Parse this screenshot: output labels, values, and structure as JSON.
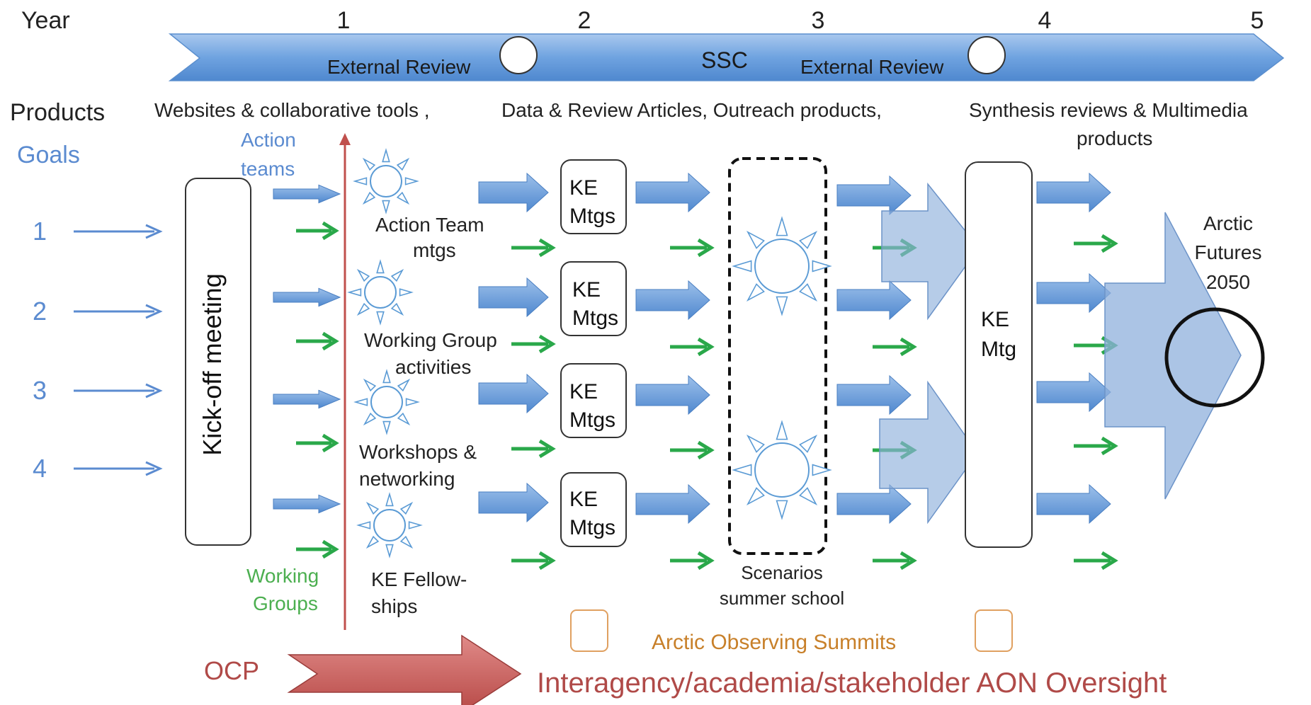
{
  "colors": {
    "timeline_fill": "#5b9bd5",
    "blue_arrow": "#5b9bd5",
    "green_arrow": "#2aa84a",
    "goals_text": "#5b8bd0",
    "working_groups_text": "#4caf50",
    "red_line": "#c0504d",
    "ocp_arrow": "#c0504d",
    "orange_box": "#e0a060",
    "summits_text": "#c8802a",
    "oversight_text": "#b04a48",
    "text_dark": "#222222",
    "sun_stroke": "#5b9bd5",
    "big_arrow_fill": "#8fb0dc"
  },
  "header": {
    "year_label": "Year",
    "year_ticks": [
      "1",
      "2",
      "3",
      "4",
      "5"
    ],
    "timeline": {
      "review_left": "External Review",
      "center_label": "SSC",
      "review_right": "External Review"
    }
  },
  "products": {
    "label": "Products",
    "items": [
      "Websites & collaborative tools ,",
      "Data & Review Articles, Outreach products,",
      "Synthesis reviews & Multimedia",
      "products"
    ]
  },
  "goals": {
    "label": "Goals",
    "numbers": [
      "1",
      "2",
      "3",
      "4"
    ]
  },
  "kickoff": {
    "label": "Kick-off meeting"
  },
  "action_teams": {
    "line1": "Action",
    "line2": "teams"
  },
  "working_groups": {
    "line1": "Working",
    "line2": "Groups"
  },
  "activities": [
    {
      "line1": "Action Team",
      "line2": "mtgs",
      "icon": "sun-icon"
    },
    {
      "line1": "Working Group",
      "line2": "activities",
      "icon": "sun-icon"
    },
    {
      "line1": "Workshops &",
      "line2": "networking",
      "icon": "sun-icon"
    },
    {
      "line1": "KE Fellow-",
      "line2": "ships",
      "icon": "sun-icon"
    }
  ],
  "ke_mtgs": [
    {
      "line1": "KE",
      "line2": "Mtgs"
    },
    {
      "line1": "KE",
      "line2": "Mtgs"
    },
    {
      "line1": "KE",
      "line2": "Mtgs"
    },
    {
      "line1": "KE",
      "line2": "Mtgs"
    }
  ],
  "scenarios": {
    "line1": "Scenarios",
    "line2": "summer school"
  },
  "ke_mtg_single": {
    "line1": "KE",
    "line2": "Mtg"
  },
  "arctic_futures": {
    "line1": "Arctic",
    "line2": "Futures",
    "line3": "2050"
  },
  "summits": {
    "label": "Arctic Observing Summits"
  },
  "ocp": {
    "label": "OCP"
  },
  "oversight": {
    "label": "Interagency/academia/stakeholder AON Oversight"
  }
}
